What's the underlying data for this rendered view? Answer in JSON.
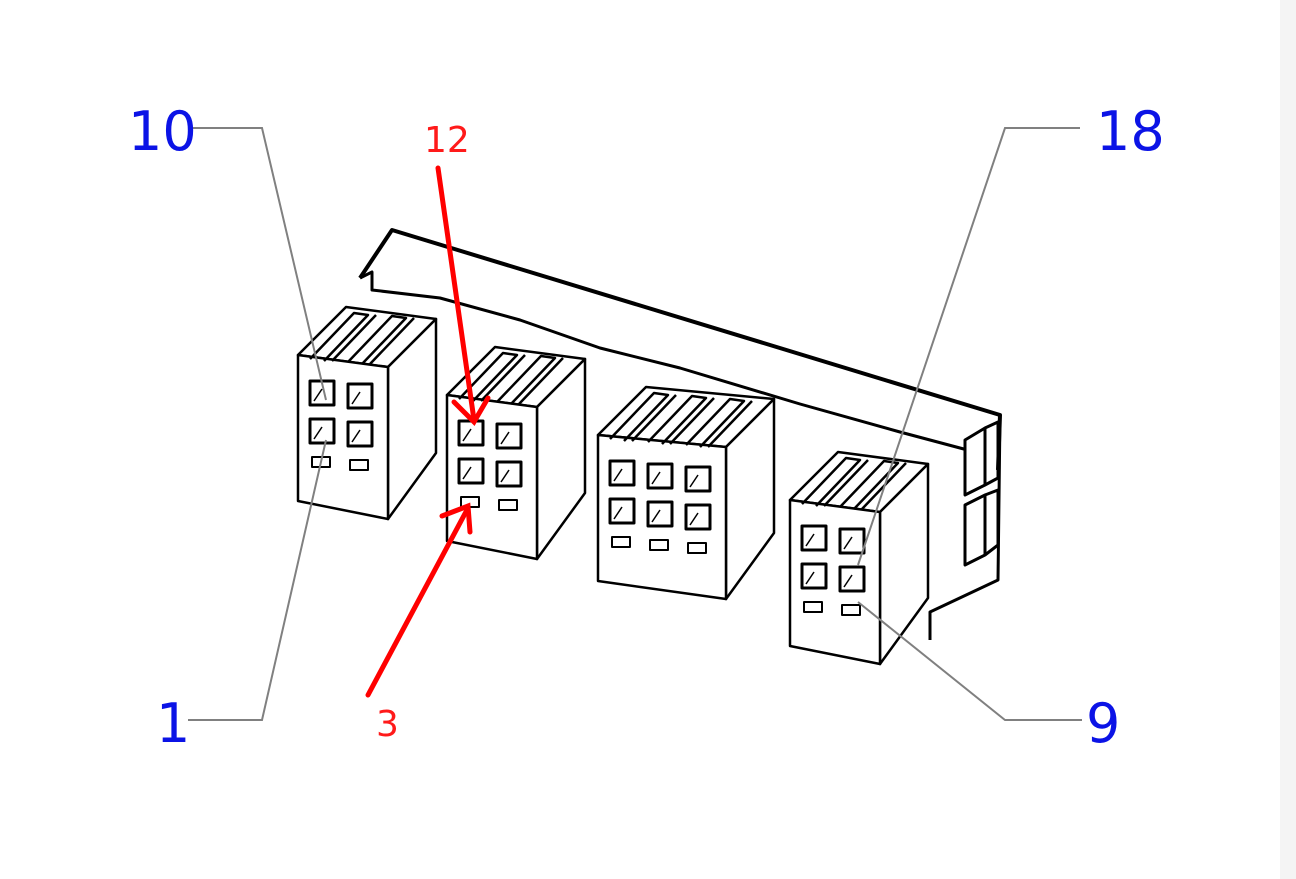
{
  "diagram": {
    "colors": {
      "outline": "#000000",
      "leader": "#808080",
      "label_blue": "#0b13e6",
      "label_red": "#ff1a1a",
      "arrow_red": "#ff0000",
      "background": "#ffffff"
    },
    "pin_labels": {
      "top_left": "10",
      "bottom_left": "1",
      "top_right": "18",
      "bottom_right": "9"
    },
    "arrow_labels": {
      "top": "12",
      "bottom": "3"
    }
  }
}
